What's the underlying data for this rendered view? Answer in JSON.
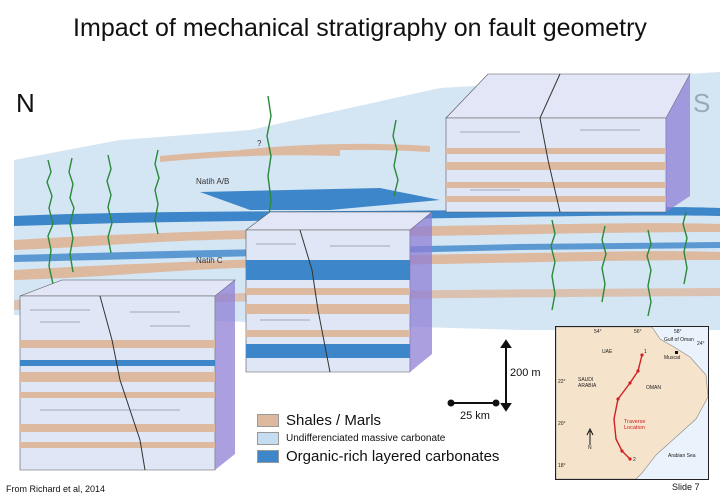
{
  "title": "Impact of mechanical stratigraphy on fault geometry",
  "directions": {
    "north": "N",
    "south": "S"
  },
  "unit_labels": {
    "query": "?",
    "natih_ab": "Natih A/B",
    "natih_c": "Natih C"
  },
  "legend": {
    "items": [
      {
        "label": "Shales / Marls",
        "color": "#dcb99f"
      },
      {
        "label": "Undifferenciated massive carbonate",
        "color": "#c6dcf0"
      },
      {
        "label": "Organic-rich layered carbonates",
        "color": "#3d86c9"
      }
    ]
  },
  "scale": {
    "vertical": "200 m",
    "horizontal": "25 km"
  },
  "inset_map": {
    "gulf": "Gulf of Oman",
    "uae": "UAE",
    "muscat": "Muscat",
    "saudi": "SAUDI ARABIA",
    "oman": "OMAN",
    "traverse": "Traverse Location",
    "arabian_sea": "Arabian Sea",
    "north": "N",
    "num1": "1",
    "num2": "2",
    "lon_labels": [
      "54°",
      "56°",
      "58°"
    ],
    "lat_labels": [
      "24°",
      "22°",
      "20°",
      "18°"
    ]
  },
  "source": "From Richard et al, 2014",
  "slide": "Slide 7",
  "colors": {
    "shale": "#dcb99f",
    "massive": "#c6dcf0",
    "organic": "#3d86c9",
    "block_top": "#e3e6f6",
    "block_edge": "#8f7fd6",
    "log": "#2a8a3a",
    "traverse": "#d02020",
    "land": "#f6e3cc"
  }
}
